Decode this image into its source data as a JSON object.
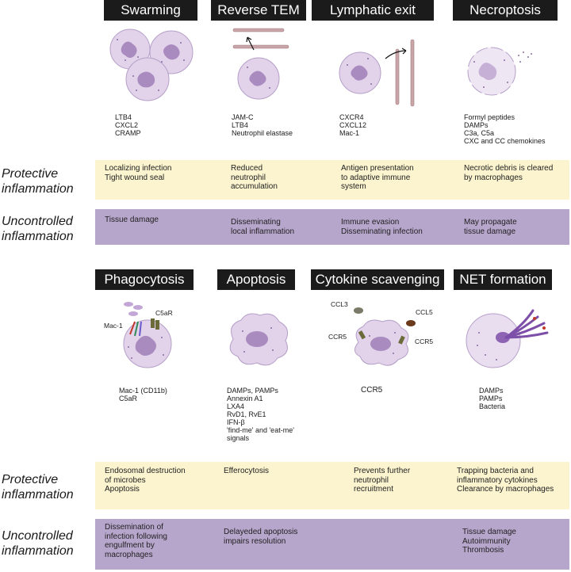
{
  "top": {
    "headers": [
      "Swarming",
      "Reverse TEM",
      "Lymphatic exit",
      "Necroptosis"
    ],
    "factors": [
      [
        "LTB4",
        "CXCL2",
        "CRAMP"
      ],
      [
        "JAM-C",
        "LTB4",
        "Neutrophil elastase"
      ],
      [
        "CXCR4",
        "CXCL12",
        "Mac-1"
      ],
      [
        "Formyl peptides",
        "DAMPs",
        "C3a, C5a",
        "CXC and CC chemokines"
      ]
    ],
    "protective": [
      [
        "Localizing infection",
        "Tight wound seal"
      ],
      [
        "Reduced",
        "neutrophil",
        "accumulation"
      ],
      [
        "Antigen presentation",
        "to adaptive immune",
        "system"
      ],
      [
        "Necrotic debris is cleared",
        "by macrophages"
      ]
    ],
    "uncontrolled": [
      [
        "Tissue damage"
      ],
      [
        "Disseminating",
        "local inflammation"
      ],
      [
        "Immune evasion",
        "Disseminating infection"
      ],
      [
        "May propagate",
        "tissue damage"
      ]
    ]
  },
  "bottom": {
    "headers": [
      "Phagocytosis",
      "Apoptosis",
      "Cytokine scavenging",
      "NET formation"
    ],
    "factors": [
      [
        "Mac-1 (CD11b)",
        "C5aR"
      ],
      [
        "DAMPs, PAMPs",
        "Annexin A1",
        "LXA4",
        "RvD1, RvE1",
        "IFN-β",
        "'find-me' and 'eat-me'",
        "signals"
      ],
      [
        "CCR5"
      ],
      [
        "DAMPs",
        "PAMPs",
        "Bacteria"
      ]
    ],
    "protective": [
      [
        "Endosomal destruction",
        "of microbes",
        "Apoptosis"
      ],
      [
        "Efferocytosis"
      ],
      [
        "Prevents further",
        "neutrophil",
        "recruitment"
      ],
      [
        "Trapping bacteria and",
        "inflammatory cytokines",
        "Clearance by macrophages"
      ]
    ],
    "uncontrolled": [
      [
        "Dissemination of",
        "infection following",
        "engulfment by",
        "macrophages"
      ],
      [
        "Delayeded apoptosis",
        "impairs resolution"
      ],
      [],
      [
        "Tissue damage",
        "Autoimmunity",
        "Thrombosis"
      ]
    ]
  },
  "side_labels": {
    "protective": [
      "Protective",
      "inflammation"
    ],
    "uncontrolled": [
      "Uncontrolled",
      "inflammation"
    ]
  },
  "illustration_labels": {
    "mac1": "Mac-1",
    "c5ar": "C5aR",
    "ccl3": "CCL3",
    "ccl5": "CCL5",
    "ccr5_left": "CCR5",
    "ccr5_right": "CCR5"
  },
  "colors": {
    "header_bg": "#1b1b1b",
    "protective_band": "#fbf4cf",
    "uncontrolled_band": "#b7a6cc",
    "cell_fill": "#e2d3ea",
    "nucleus_fill": "#a98bc0"
  }
}
